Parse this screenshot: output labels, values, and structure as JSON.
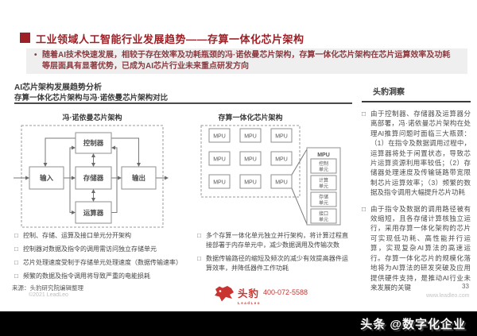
{
  "markers": {
    "square": "□",
    "dot": "•"
  },
  "header": {
    "title": "工业领域人工智能行业发展趋势——存算一体化芯片架构",
    "summary": "随着AI技术快速发展，相较于存在效率及功耗瓶颈的冯·诺依曼芯片架构，存算一体化芯片架构在芯片运算效率及功耗等层面具有显著优势，已成为AI芯片行业未来重点研发方向"
  },
  "section": {
    "heading": "AI芯片架构发展趋势分析",
    "subheading": "存算一体化芯片架构与冯·诺依曼芯片架构对比"
  },
  "diagram_left": {
    "title": "冯·诺依曼芯片架构",
    "nodes": {
      "controller": "控制器",
      "input": "输入",
      "memory": "存储器",
      "output": "输出",
      "alu": "运算器"
    },
    "bullets": [
      "控制、存储、运算及接口单元分开架构",
      "控制器对数据及指令的调用需访问独立存储单元",
      "芯片处理速度受制于存储单元处理速度（数据传输速率）",
      "频繁的数据及指令调用将导致严重的电能损耗"
    ]
  },
  "diagram_right": {
    "title": "存算一体化芯片架构",
    "mpu_label": "MPU",
    "callout": {
      "title": "MPU",
      "units": [
        {
          "line1": "控制",
          "line2": "单元"
        },
        {
          "line1": "计算",
          "line2": "单元"
        },
        {
          "line1": "存储",
          "line2": "单元"
        },
        {
          "line1": "接口",
          "line2": "单元"
        }
      ]
    },
    "bullets": [
      "多个存算一体化单元独立并行架构，将计算过程直接部署于内存单元中，减少数据调用及传输次数",
      "数据传输路径的缩短及频次的减少有效提高器件运算效率，并降低器件工作功耗"
    ]
  },
  "sidebar": {
    "heading": "头豹洞察",
    "bullets": [
      "由于控制器、存储器及运算器分离部署，冯·诺依曼芯片架构在处理AI推算问题时面临三大瓶颈：（1）在指令及数据调用过程中，运算器将处于闲置状态，导致芯片运算资源利用率较低；（2）存储器处理速度及传输链路带宽限制芯片运算效率；（3）频繁的数据及指令调用大幅提升芯片功耗",
      "由于指令及数据的调用路径被有效缩短，且各存储计算核独立运行，采用存算一体化架构的芯片可实现低功耗、高性能并行运算，实现复杂AI算法的高速运行。存算一体化芯片的规模化落地将为AI算法的研发突破及应用提供硬件支持，是推动AI行业未来发展的关键"
    ]
  },
  "footer": {
    "source": "来源：头豹研究院编辑整理",
    "copyright": "©2021 LeadLeo",
    "brand_zh": "头豹",
    "brand_en": "LeadLeo",
    "phone": "400-072-5588",
    "website": "www.leadleo.com",
    "page_number": "33"
  },
  "watermark": "头条 @数字化企业",
  "colors": {
    "title_red": "#9c2026",
    "summary_red": "#8a3b40",
    "brand_red": "#c93430",
    "summary_bg": "#efefef",
    "watermark_bg": "#000000"
  }
}
